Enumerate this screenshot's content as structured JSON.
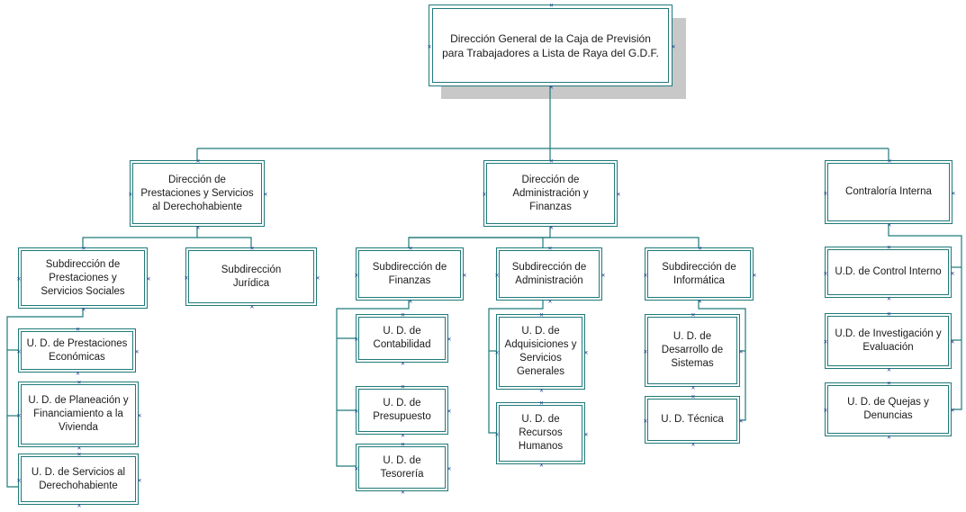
{
  "colors": {
    "line": "#1f7a7a",
    "handle": "#1f3f8f",
    "shadow": "#c8c8c8"
  },
  "nodes": {
    "director_general": "Dirección General de la Caja de Previsión\npara Trabajadores a Lista de Raya del G.D.F.",
    "dir_prestaciones": "Dirección de\nPrestaciones y Servicios\nal Derechohabiente",
    "dir_administracion": "Dirección de\nAdministración y\nFinanzas",
    "contraloria": "Contraloría Interna",
    "sub_prestaciones": "Subdirección de\nPrestaciones y\nServicios Sociales",
    "sub_juridica": "Subdirección\nJurídica",
    "sub_finanzas": "Subdirección de\nFinanzas",
    "sub_administracion": "Subdirección de\nAdministración",
    "sub_informatica": "Subdirección de\nInformática",
    "ud_control_interno": "U.D. de Control Interno",
    "ud_investigacion": "U.D. de Investigación y\nEvaluación",
    "ud_quejas": "U. D. de Quejas y\nDenuncias",
    "ud_prestaciones_economicas": "U. D. de Prestaciones\nEconómicas",
    "ud_planeacion": "U. D. de Planeación y\nFinanciamiento a la\nVivienda",
    "ud_servicios_derechohabiente": "U. D. de Servicios al\nDerechohabiente",
    "ud_contabilidad": "U. D. de\nContabilidad",
    "ud_presupuesto": "U. D. de\nPresupuesto",
    "ud_tesoreria": "U. D. de\nTesorería",
    "ud_adquisiciones": "U. D. de\nAdquisiciones y\nServicios\nGenerales",
    "ud_recursos_humanos": "U. D. de\nRecursos\nHumanos",
    "ud_desarrollo_sistemas": "U. D. de\nDesarrollo de\nSistemas",
    "ud_tecnica": "U. D. Técnica"
  }
}
